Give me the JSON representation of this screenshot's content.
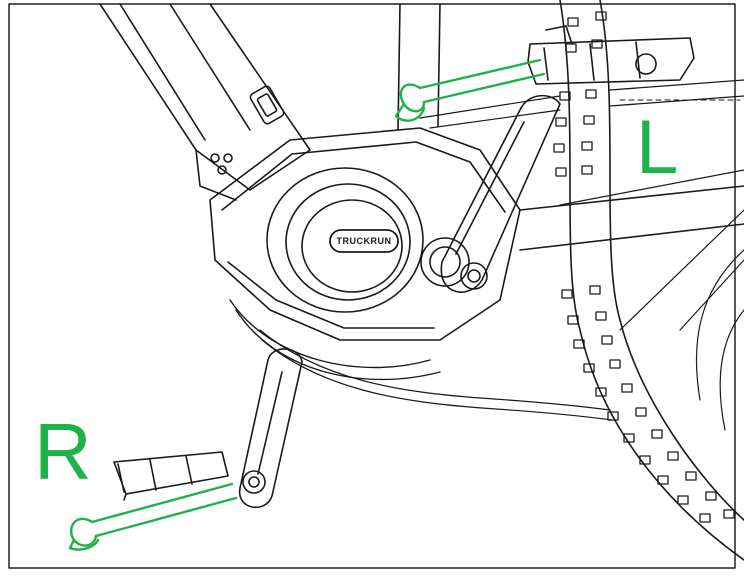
{
  "labels": {
    "left_side": "L",
    "right_side": "R"
  },
  "motor": {
    "brand_text": "TRUCKRUN"
  },
  "colors": {
    "accent": "#1db34a",
    "line": "#1a1a1a",
    "background": "#ffffff"
  },
  "icons": {
    "tool": "wrench-icon"
  }
}
